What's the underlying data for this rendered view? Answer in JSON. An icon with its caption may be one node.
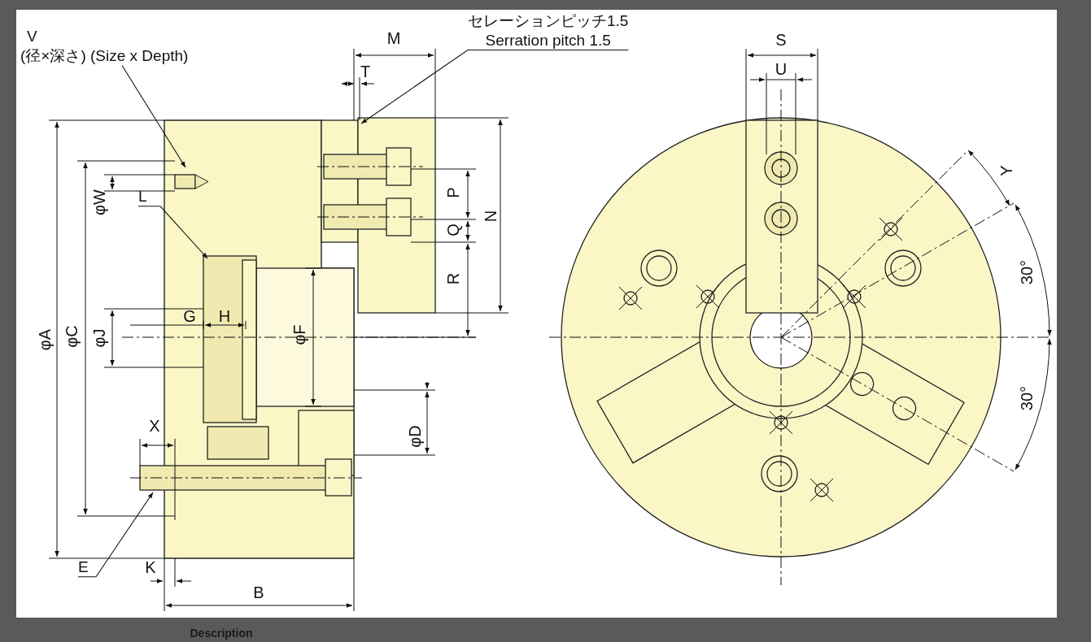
{
  "diagram": {
    "nodes": [
      {
        "text": [
          "V",
          "(径×深さ) (Size x Depth)"
        ]
      },
      {
        "text": [
          "セレーションピッチ1.5",
          "Serration pitch 1.5"
        ]
      },
      {
        "text": [
          "L"
        ]
      },
      {
        "text": [
          "E"
        ]
      }
    ],
    "edges": [
      {
        "from": 0,
        "to": null,
        "arrow": "to"
      },
      {
        "from": 1,
        "to": null,
        "arrow": "to"
      },
      {
        "from": 2,
        "to": null,
        "arrow": "to"
      },
      {
        "from": 3,
        "to": null,
        "arrow": "to"
      }
    ],
    "labels": [
      "M",
      "T",
      "S",
      "U",
      "Y",
      "φW",
      "P",
      "N",
      "Q",
      "R",
      "φA",
      "φC",
      "φJ",
      "G",
      "H",
      "φF",
      "30°",
      "30°",
      "φD",
      "X",
      "K",
      "B",
      "Description"
    ]
  }
}
